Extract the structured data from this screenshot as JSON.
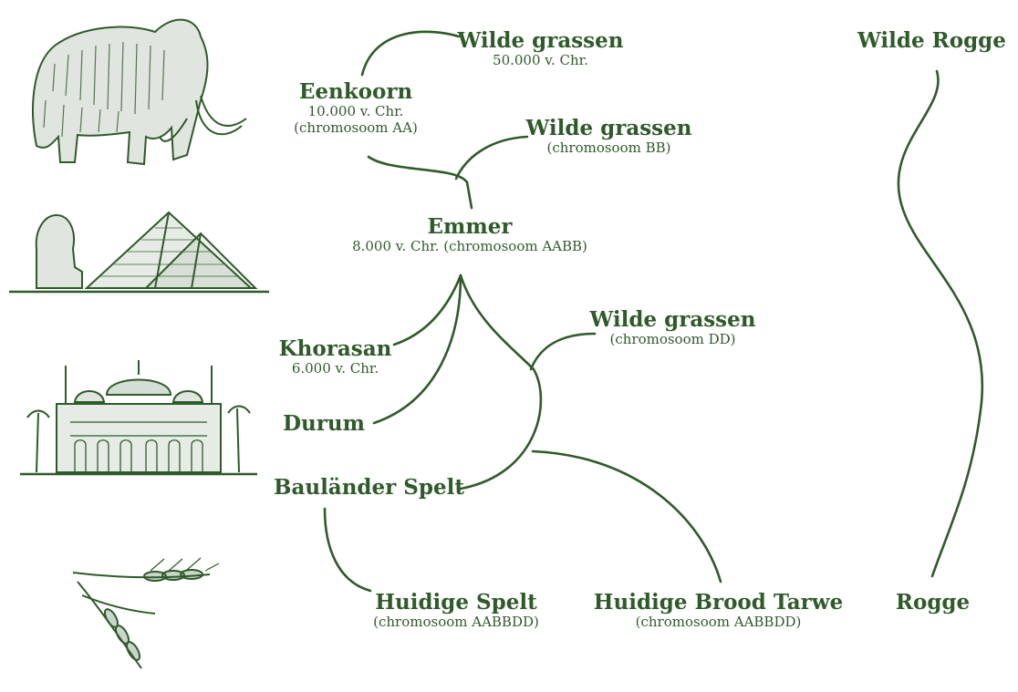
{
  "colors": {
    "ink": "#2f5a2a",
    "background": "#ffffff"
  },
  "illustrations": [
    {
      "icon": "mammoth-icon"
    },
    {
      "icon": "sphinx-pyramids-icon"
    },
    {
      "icon": "mosque-palms-icon"
    },
    {
      "icon": "wheat-ears-icon"
    }
  ],
  "nodes": {
    "wild_grass_1": {
      "name": "Wilde grassen",
      "sub1": "50.000 v. Chr."
    },
    "einkorn": {
      "name": "Eenkoorn",
      "sub1": "10.000 v. Chr.",
      "sub2": "(chromosoom AA)"
    },
    "wild_grass_bb": {
      "name": "Wilde grassen",
      "sub1": "(chromosoom BB)"
    },
    "emmer": {
      "name": "Emmer",
      "sub1": "8.000 v. Chr. (chromosoom AABB)"
    },
    "khorasan": {
      "name": "Khorasan",
      "sub1": "6.000 v. Chr."
    },
    "durum": {
      "name": "Durum"
    },
    "wild_grass_dd": {
      "name": "Wilde grassen",
      "sub1": "(chromosoom DD)"
    },
    "baulander_spelt": {
      "name": "Bauländer Spelt"
    },
    "current_spelt": {
      "name": "Huidige Spelt",
      "sub1": "(chromosoom AABBDD)"
    },
    "current_bread_wheat": {
      "name": "Huidige Brood Tarwe",
      "sub1": "(chromosoom AABBDD)"
    },
    "wild_rye": {
      "name": "Wilde Rogge"
    },
    "rye": {
      "name": "Rogge"
    }
  }
}
